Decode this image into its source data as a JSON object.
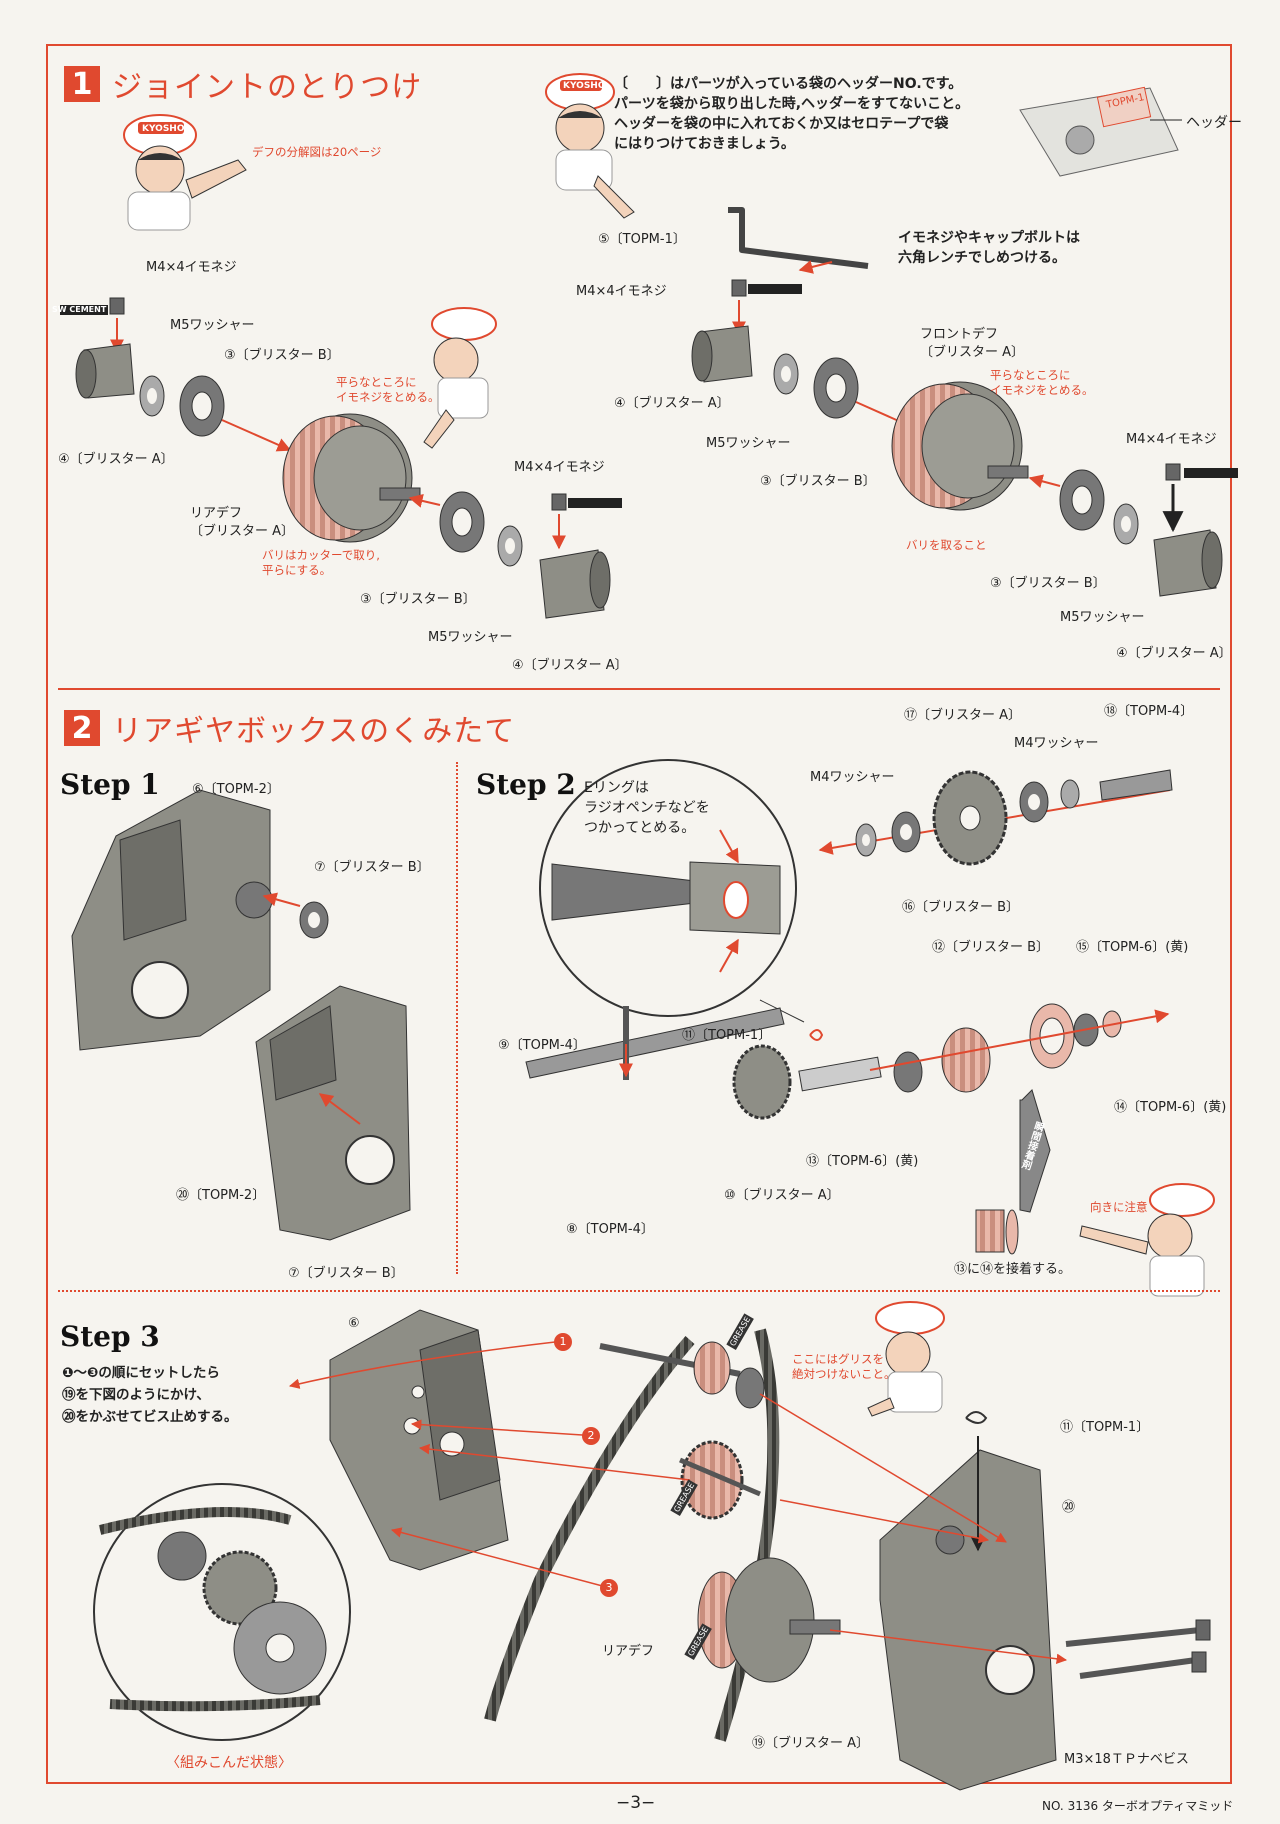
{
  "section1": {
    "number": "1",
    "title": "ジョイントのとりつけ",
    "character_note": "デフの分解図は20ページ",
    "header_notes": [
      "〔　　〕はパーツが入っている袋のヘッダーNO.です。",
      "パーツを袋から取り出した時,ヘッダーをすてないこと。",
      "ヘッダーを袋の中に入れておくか又はセロテープで袋",
      "にはりつけておきましょう。"
    ],
    "header_label": "ヘッダー",
    "header_tag": "TOPM-1",
    "wrench_note": [
      "イモネジやキャップボルトは",
      "六角レンチでしめつける。"
    ],
    "rear": {
      "set_screw": "M4×4イモネジ",
      "cement": "SW CEMENT",
      "washer": "M5ワッシャー",
      "bearing": "③〔ブリスター B〕",
      "joint": "④〔ブリスター A〕",
      "flat_note": [
        "平らなところに",
        "イモネジをとめる。"
      ],
      "diff": [
        "リアデフ",
        "〔ブリスター A〕"
      ],
      "burr_note": [
        "バリはカッターで取り,",
        "平らにする。"
      ],
      "set_screw2": "M4×4イモネジ",
      "bearing2": "③〔ブリスター B〕",
      "washer2": "M5ワッシャー",
      "joint2": "④〔ブリスター A〕"
    },
    "front": {
      "wrench": "⑤〔TOPM-1〕",
      "set_screw": "M4×4イモネジ",
      "joint": "④〔ブリスター A〕",
      "washer": "M5ワッシャー",
      "bearing": "③〔ブリスター B〕",
      "diff": [
        "フロントデフ",
        "〔ブリスター A〕"
      ],
      "flat_note": [
        "平らなところに",
        "イモネジをとめる。"
      ],
      "burr_note": "バリを取ること",
      "set_screw2": "M4×4イモネジ",
      "bearing2": "③〔ブリスター B〕",
      "washer2": "M5ワッシャー",
      "joint2": "④〔ブリスター A〕"
    }
  },
  "section2": {
    "number": "2",
    "title": "リアギヤボックスのくみたて",
    "step1": {
      "title": "Step 1",
      "case": "⑥〔TOPM-2〕",
      "bearing": "⑦〔ブリスター B〕",
      "case2": "⑳〔TOPM-2〕",
      "bearing2": "⑦〔ブリスター B〕"
    },
    "step2": {
      "title": "Step 2",
      "ering_note": [
        "Eリングは",
        "ラジオペンチなどを",
        "つかってとめる。"
      ],
      "gear17": "⑰〔ブリスター A〕",
      "shaft18": "⑱〔TOPM-4〕",
      "m4washer": "M4ワッシャー",
      "m4washer2": "M4ワッシャー",
      "bearing16": "⑯〔ブリスター B〕",
      "bearing12": "⑫〔ブリスター B〕",
      "washer15": "⑮〔TOPM-6〕(黄)",
      "ering11": "⑪〔TOPM-1〕",
      "pin9": "⑨〔TOPM-4〕",
      "pulley14": "⑭〔TOPM-6〕(黄)",
      "pulley13": "⑬〔TOPM-6〕(黄)",
      "gear10": "⑩〔ブリスター A〕",
      "shaft8": "⑧〔TOPM-4〕",
      "direction_note": "向きに注意",
      "glue_note": "⑬に⑭を接着する。",
      "glue_tube": "瞬間接着剤"
    },
    "step3": {
      "title": "Step 3",
      "instructions": [
        "❶～❸の順にセットしたら",
        "⑲を下図のようにかけ、",
        "⑳をかぶせてビス止めする。"
      ],
      "case6": "⑥",
      "no_grease": [
        "ここにはグリスを",
        "絶対つけないこと。"
      ],
      "grease": "GREASE",
      "ering11": "⑪〔TOPM-1〕",
      "case20": "⑳",
      "rear_diff": "リアデフ",
      "belt19": "⑲〔ブリスター A〕",
      "screws": "M3×18ＴＰナベビス",
      "assembled": "〈組みこんだ状態〉",
      "order": [
        "1",
        "2",
        "3"
      ]
    }
  },
  "brand": "KYOSHO",
  "page_number": "−3−",
  "footer": "NO. 3136  ターボオプティマミッド",
  "colors": {
    "accent": "#e0492f",
    "part": "#8e8e86",
    "part_dark": "#55554f",
    "pink": "#e9b8aa"
  }
}
